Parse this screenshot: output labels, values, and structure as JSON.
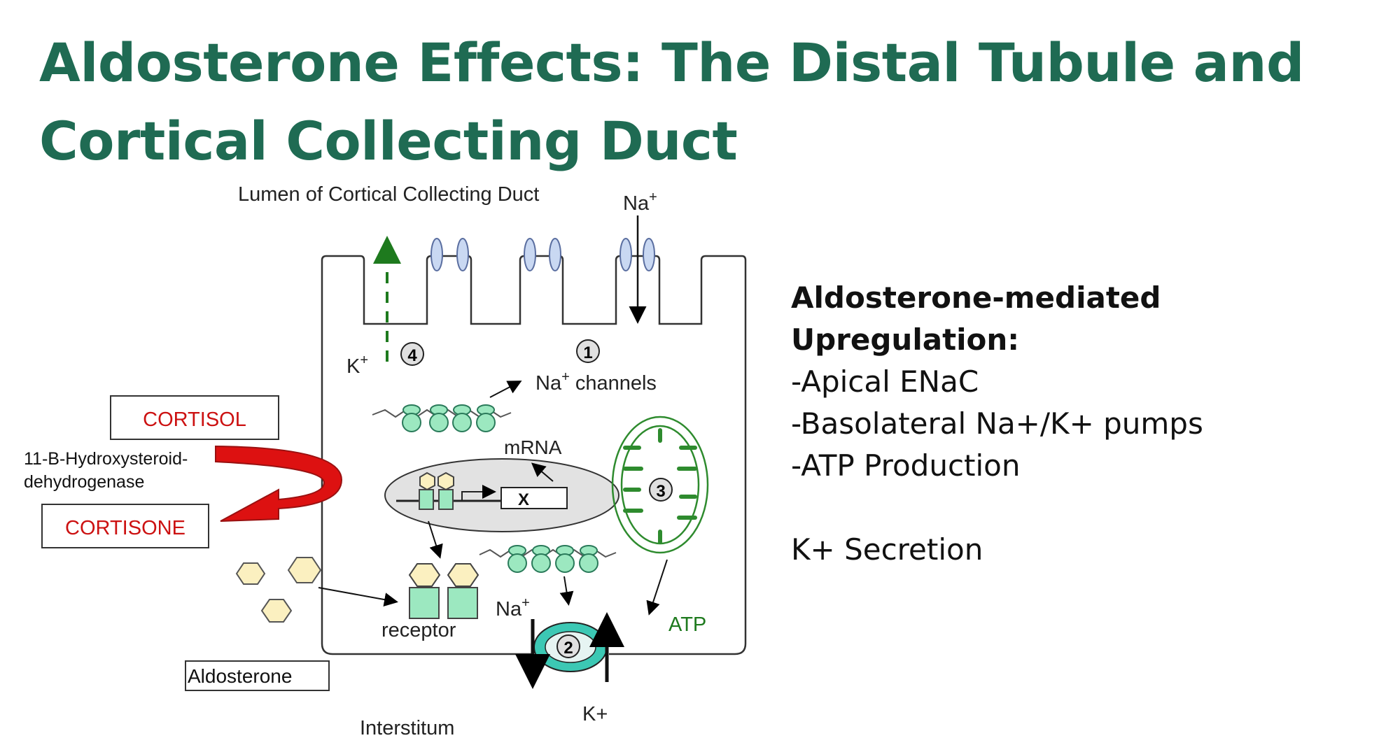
{
  "title": {
    "line1": "Aldosterone Effects:  The Distal Tubule and",
    "line2": "Cortical Collecting Duct"
  },
  "diagram": {
    "lumen_label": "Lumen of Cortical Collecting Duct",
    "na_top": "Na",
    "na_sup": "+",
    "k_apical": "K",
    "k_sup": "+",
    "step1": "1",
    "step2": "2",
    "step3": "3",
    "step4": "4",
    "na_channels": "Na",
    "na_channels_sup": "+",
    "na_channels_rest": " channels",
    "mrna": "mRNA",
    "gene_x": "X",
    "cortisol": "CORTISOL",
    "enzyme_line1": "11-B-Hydroxysteroid-",
    "enzyme_line2": "dehydrogenase",
    "cortisone": "CORTISONE",
    "receptor": "receptor",
    "aldosterone": "Aldosterone",
    "na_basal": "Na",
    "na_basal_sup": "+",
    "atp": "ATP",
    "k_basal": "K+",
    "interstitum": "Interstitum"
  },
  "side": {
    "heading": "Aldosterone-mediated Upregulation:",
    "items": [
      "-Apical ENaC",
      "-Basolateral Na+/K+ pumps",
      "-ATP Production"
    ],
    "note": "K+ Secretion"
  },
  "colors": {
    "title": "#1f6b53",
    "red_label": "#cc1111",
    "green_label": "#1e7a1e",
    "ribosome": "#9ce8c0",
    "channel": "#c9d8f2",
    "hexagon": "#fbf0c0",
    "receptor_fill": "#9ce8c0",
    "pump": "#3cc8b4",
    "mito": "#2e8b2e"
  }
}
